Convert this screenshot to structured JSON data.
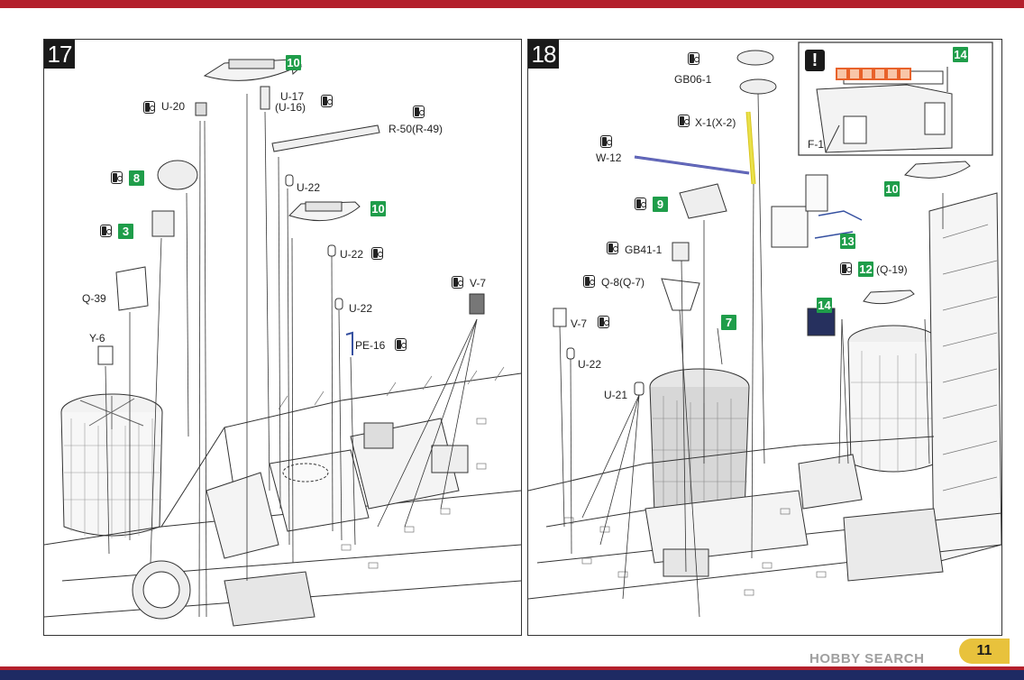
{
  "step17": {
    "number": "17",
    "labels": {
      "u20": "U-20",
      "u17": "U-17",
      "u16": "(U-16)",
      "r50": "R-50(R-49)",
      "u22a": "U-22",
      "u22b": "U-22",
      "u22c": "U-22",
      "pe16": "PE-16",
      "v7": "V-7",
      "q39": "Q-39",
      "y6": "Y-6"
    },
    "steps": {
      "s10a": "10",
      "s8": "8",
      "s3": "3",
      "s10b": "10"
    }
  },
  "step18": {
    "number": "18",
    "labels": {
      "gb06": "GB06-1",
      "x1": "X-1(X-2)",
      "w12": "W-12",
      "gb41": "GB41-1",
      "q8": "Q-8(Q-7)",
      "v7": "V-7",
      "u22": "U-22",
      "u21": "U-21",
      "f1": "F-1",
      "q19": "(Q-19)"
    },
    "steps": {
      "s9": "9",
      "s10": "10",
      "s13": "13",
      "s12": "12",
      "s14a": "14",
      "s14b": "14",
      "s7": "7"
    },
    "warning": "!"
  },
  "footer": {
    "page_number": "11",
    "watermark": "HOBBY SEARCH"
  },
  "colors": {
    "top_stripe": "#b3202c",
    "bottom_stripe": "#1e2a63",
    "step_badge": "#1f9d4a",
    "highlight_yellow": "#e9e14a",
    "highlight_blue": "#6a6fc0",
    "highlight_orange": "#e8622a"
  }
}
